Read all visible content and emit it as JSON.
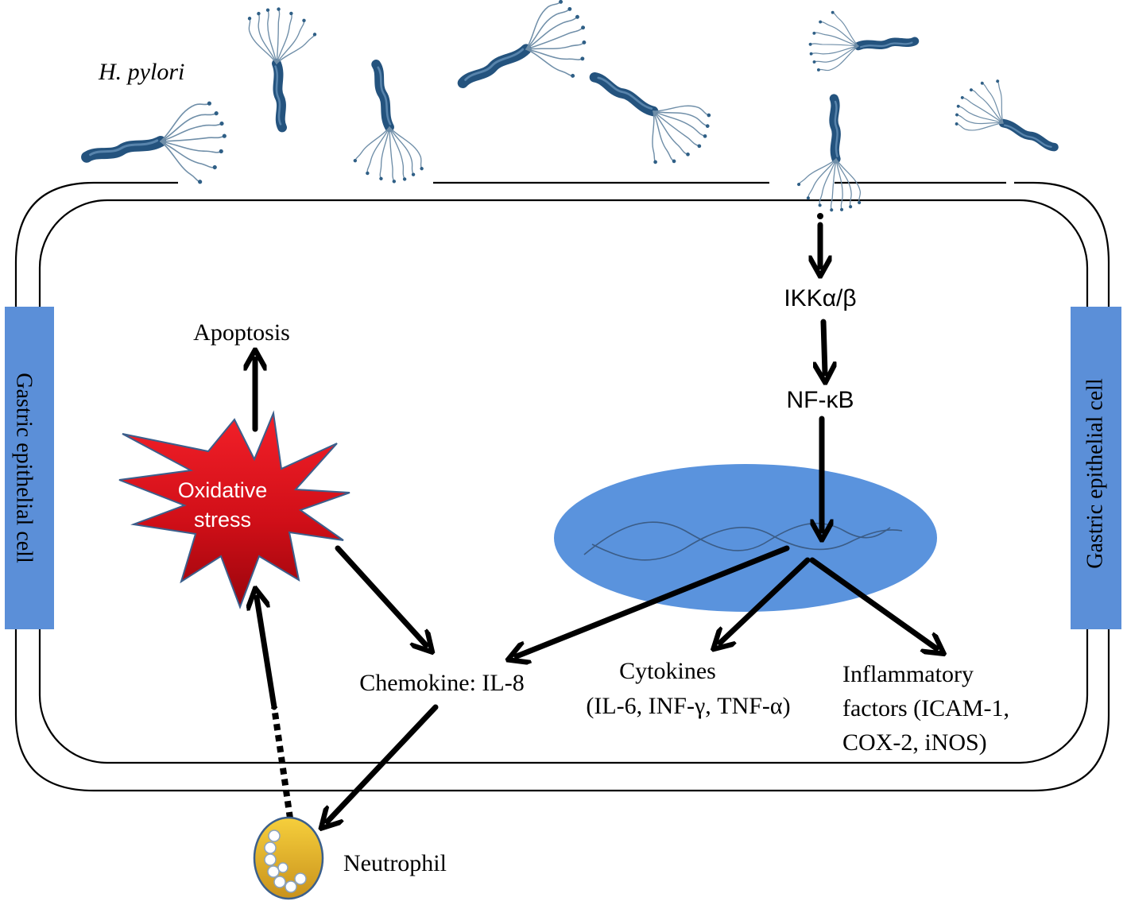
{
  "diagram": {
    "organism_label": "H. pylori",
    "cell_label_left": "Gastric epithelial cell",
    "cell_label_right": "Gastric epithelial cell",
    "pathway": {
      "step1": "IKKα/β",
      "step2": "NF-κB"
    },
    "oxidative_stress": [
      "Oxidative",
      "stress"
    ],
    "apoptosis": "Apoptosis",
    "chemokine": "Chemokine: IL-8",
    "cytokines": [
      "Cytokines",
      "(IL-6, INF-γ, TNF-α)"
    ],
    "inflammatory": [
      "Inflammatory",
      "factors (ICAM-1,",
      "COX-2, iNOS)"
    ],
    "neutrophil": "Neutrophil"
  },
  "colors": {
    "side_bar": "#5b8fd8",
    "nucleus": "#5a93dd",
    "star_fill_top": "#ee1c25",
    "star_fill_bottom": "#a4040c",
    "bacterium": "#2a5b86",
    "neutrophil": "#e8b830"
  }
}
